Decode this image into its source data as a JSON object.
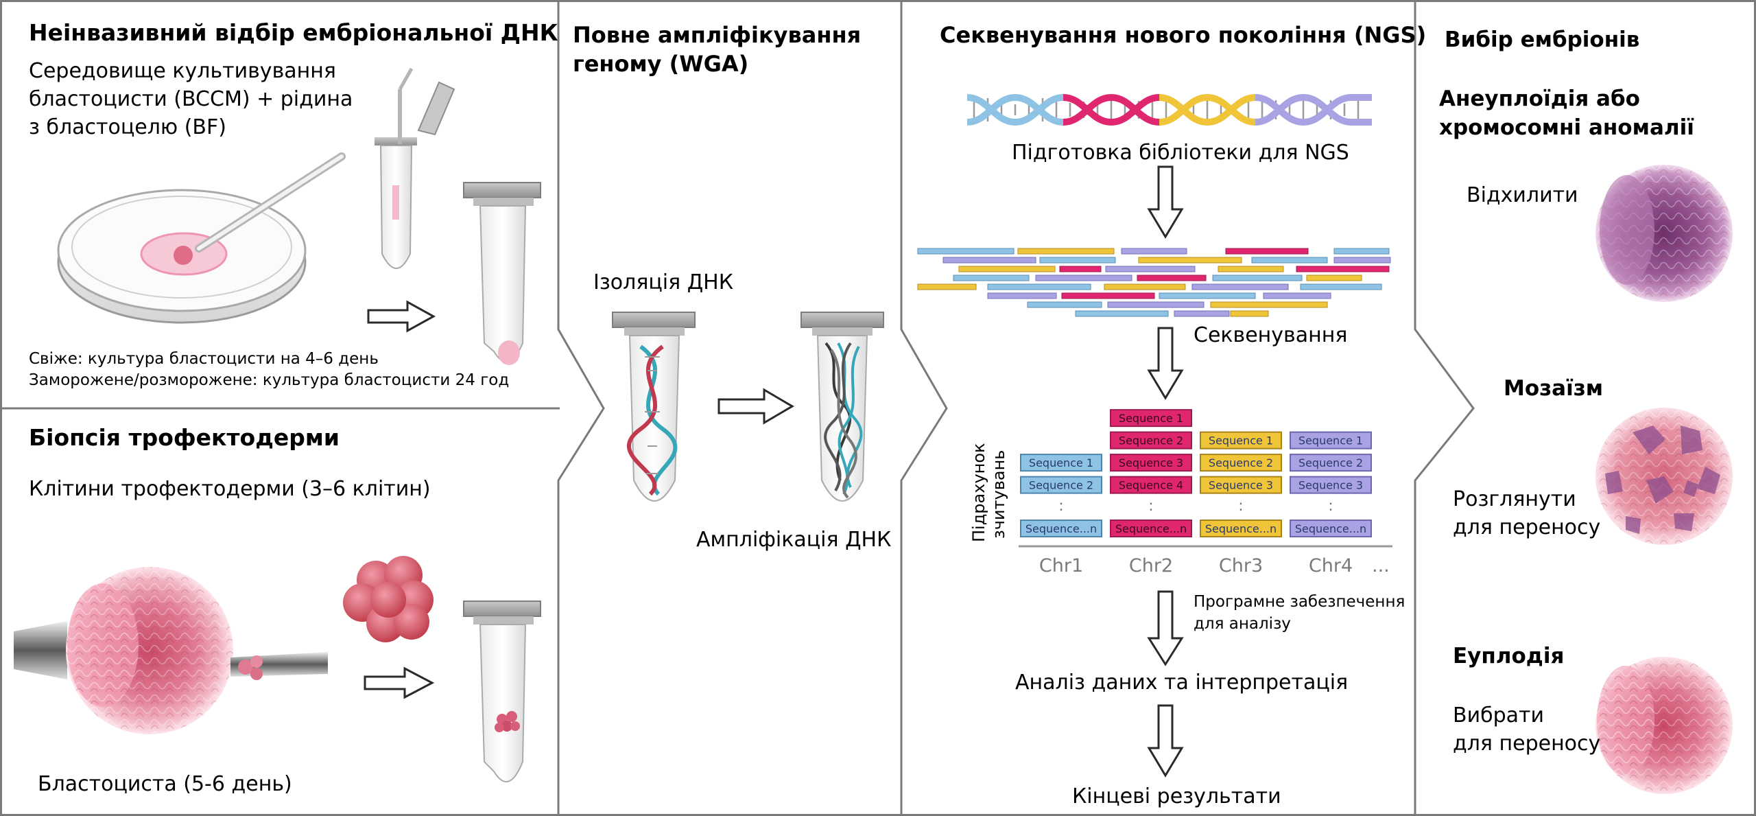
{
  "colors": {
    "blue": "#8ec3e6",
    "magenta": "#e0266f",
    "yellow": "#f0c53a",
    "lavender": "#a9a3e3",
    "dna_teal": "#35a7b8",
    "dna_red": "#c0394f",
    "embryo_pink": "#e47d95",
    "embryo_purple": "#8d4e8d",
    "line_gray": "#7a7a7a"
  },
  "panel1": {
    "title": "Неінвазивний відбір ембріональної ДНК",
    "medium_lines": [
      "Середовище культивування",
      "бластоцисти (BCCM) + рідина",
      "з бластоцелю (BF)"
    ],
    "note_lines": [
      "Свіже: культура бластоцисти на 4–6 день",
      "Заморожене/розморожене: культура бластоцисти 24 год"
    ]
  },
  "panel2": {
    "title": "Біопсія трофектодерми",
    "cells": "Клітини трофектодерми (3–6 клітин)",
    "blastocyst": "Бластоциста (5-6 день)"
  },
  "panel3": {
    "title_lines": [
      "Повне ампліфікування",
      "геному (WGA)"
    ],
    "isolation": "Ізоляція ДНК",
    "amplification": "Ампліфікація ДНК"
  },
  "panel4": {
    "title": "Секвенування нового покоління (NGS)",
    "library": "Підготовка бібліотеки для NGS",
    "sequencing": "Секвенування",
    "ylabel_lines": [
      "Підрахунок",
      "зчитувань"
    ],
    "chromosomes": [
      "Chr1",
      "Chr2",
      "Chr3",
      "Chr4"
    ],
    "ellipsis": "...",
    "dots": ":",
    "columns": [
      {
        "color": "blue",
        "labels": [
          "Sequence 1",
          "Sequence 2",
          "Sequence...n"
        ]
      },
      {
        "color": "magenta",
        "labels": [
          "Sequence 1",
          "Sequence 2",
          "Sequence 3",
          "Sequence 4",
          "Sequence...n"
        ]
      },
      {
        "color": "yellow",
        "labels": [
          "Sequence 1",
          "Sequence 2",
          "Sequence 3",
          "Sequence...n"
        ]
      },
      {
        "color": "lavender",
        "labels": [
          "Sequence 1",
          "Sequence 2",
          "Sequence 3",
          "Sequence...n"
        ]
      }
    ],
    "software_lines": [
      "Програмне забезпечення",
      "для аналізу"
    ],
    "analysis": "Аналіз даних та інтерпретація",
    "final": "Кінцеві результати"
  },
  "panel5": {
    "title": "Вибір ембріонів",
    "aneuploidy_lines": [
      "Анеуплоїдія або",
      "хромосомні аномалії"
    ],
    "reject": "Відхилити",
    "mosaic": "Мозаїзм",
    "consider_lines": [
      "Розглянути",
      "для переносу"
    ],
    "euploidy": "Еуплодія",
    "select_lines": [
      "Вибрати",
      "для переносу"
    ]
  }
}
